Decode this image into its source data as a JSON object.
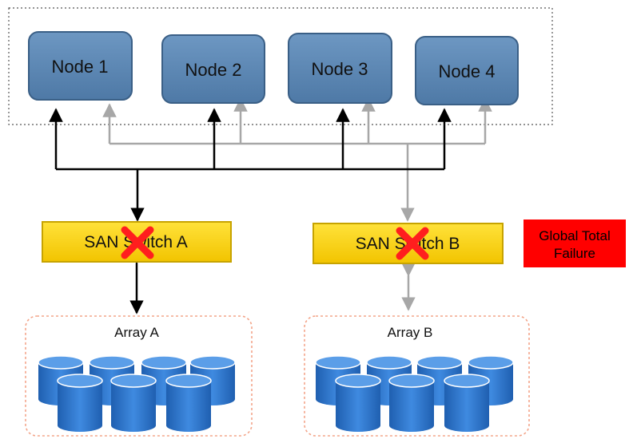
{
  "nodes": [
    {
      "label": "Node 1"
    },
    {
      "label": "Node 2"
    },
    {
      "label": "Node 3"
    },
    {
      "label": "Node 4"
    }
  ],
  "switches": [
    {
      "label": "SAN Switch A",
      "failed": true
    },
    {
      "label": "SAN Switch B",
      "failed": true
    }
  ],
  "arrays": [
    {
      "label": "Array A"
    },
    {
      "label": "Array B"
    }
  ],
  "status": {
    "line1": "Global Total",
    "line2": "Failure"
  },
  "colors": {
    "node_fill": "#5b87b4",
    "node_stroke": "#3a5f86",
    "switch_fill": "#f6d21a",
    "switch_stroke": "#c7a300",
    "path_a": "#000000",
    "path_b": "#a7a7a7",
    "failure_mark": "#ff1e1e",
    "status_fill": "#ff0000",
    "disk_fill": "#2c73c8",
    "array_border": "#f3a58a",
    "cluster_border": "#555555"
  }
}
